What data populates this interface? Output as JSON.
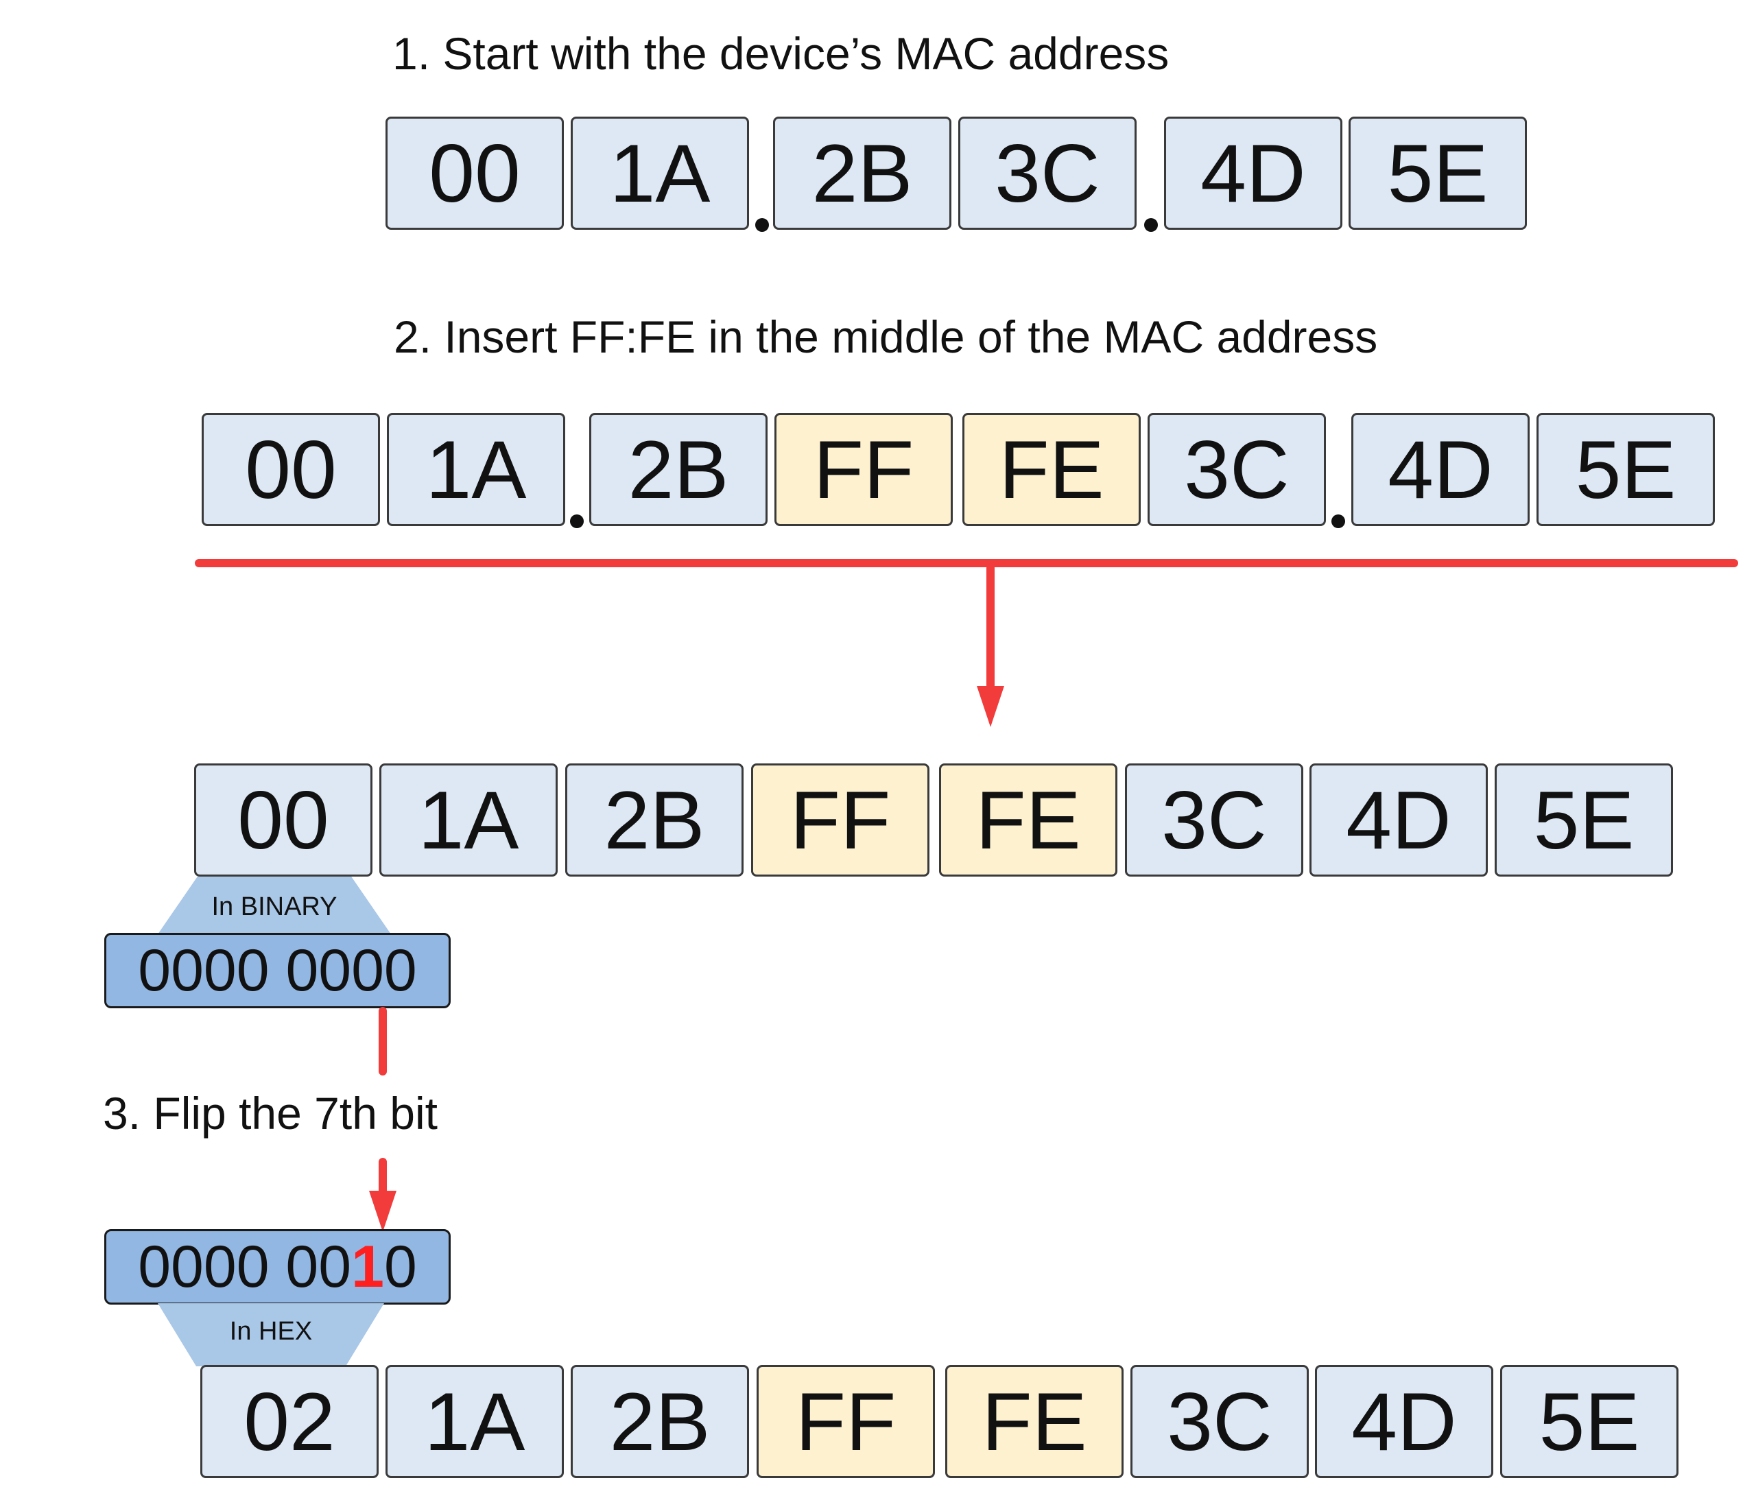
{
  "step1": {
    "title": "1. Start with the device’s MAC address",
    "octets": [
      "00",
      "1A",
      "2B",
      "3C",
      "4D",
      "5E"
    ]
  },
  "step2": {
    "title": "2. Insert FF:FE in the middle of the MAC address",
    "octets": [
      "00",
      "1A",
      "2B",
      "FF",
      "FE",
      "3C",
      "4D",
      "5E"
    ],
    "inserted": [
      "FF",
      "FE"
    ]
  },
  "merged": {
    "octets": [
      "00",
      "1A",
      "2B",
      "FF",
      "FE",
      "3C",
      "4D",
      "5E"
    ]
  },
  "binary": {
    "label": "In BINARY",
    "value": "0000 0000"
  },
  "step3": {
    "title": "3. Flip the 7th bit",
    "flipped_before": "0000 00",
    "flipped_bit": "1",
    "flipped_after": "0",
    "hex_label": "In HEX"
  },
  "result": {
    "octets": [
      "02",
      "1A",
      "2B",
      "FF",
      "FE",
      "3C",
      "4D",
      "5E"
    ]
  },
  "colors": {
    "octet_fill": "#dde8f4",
    "inserted_fill": "#fdf1d0",
    "binary_fill": "#92b7e3",
    "connector_fill": "#a9c7e7",
    "arrow": "#f23b3b",
    "flipped_bit": "#ff1f1f"
  }
}
